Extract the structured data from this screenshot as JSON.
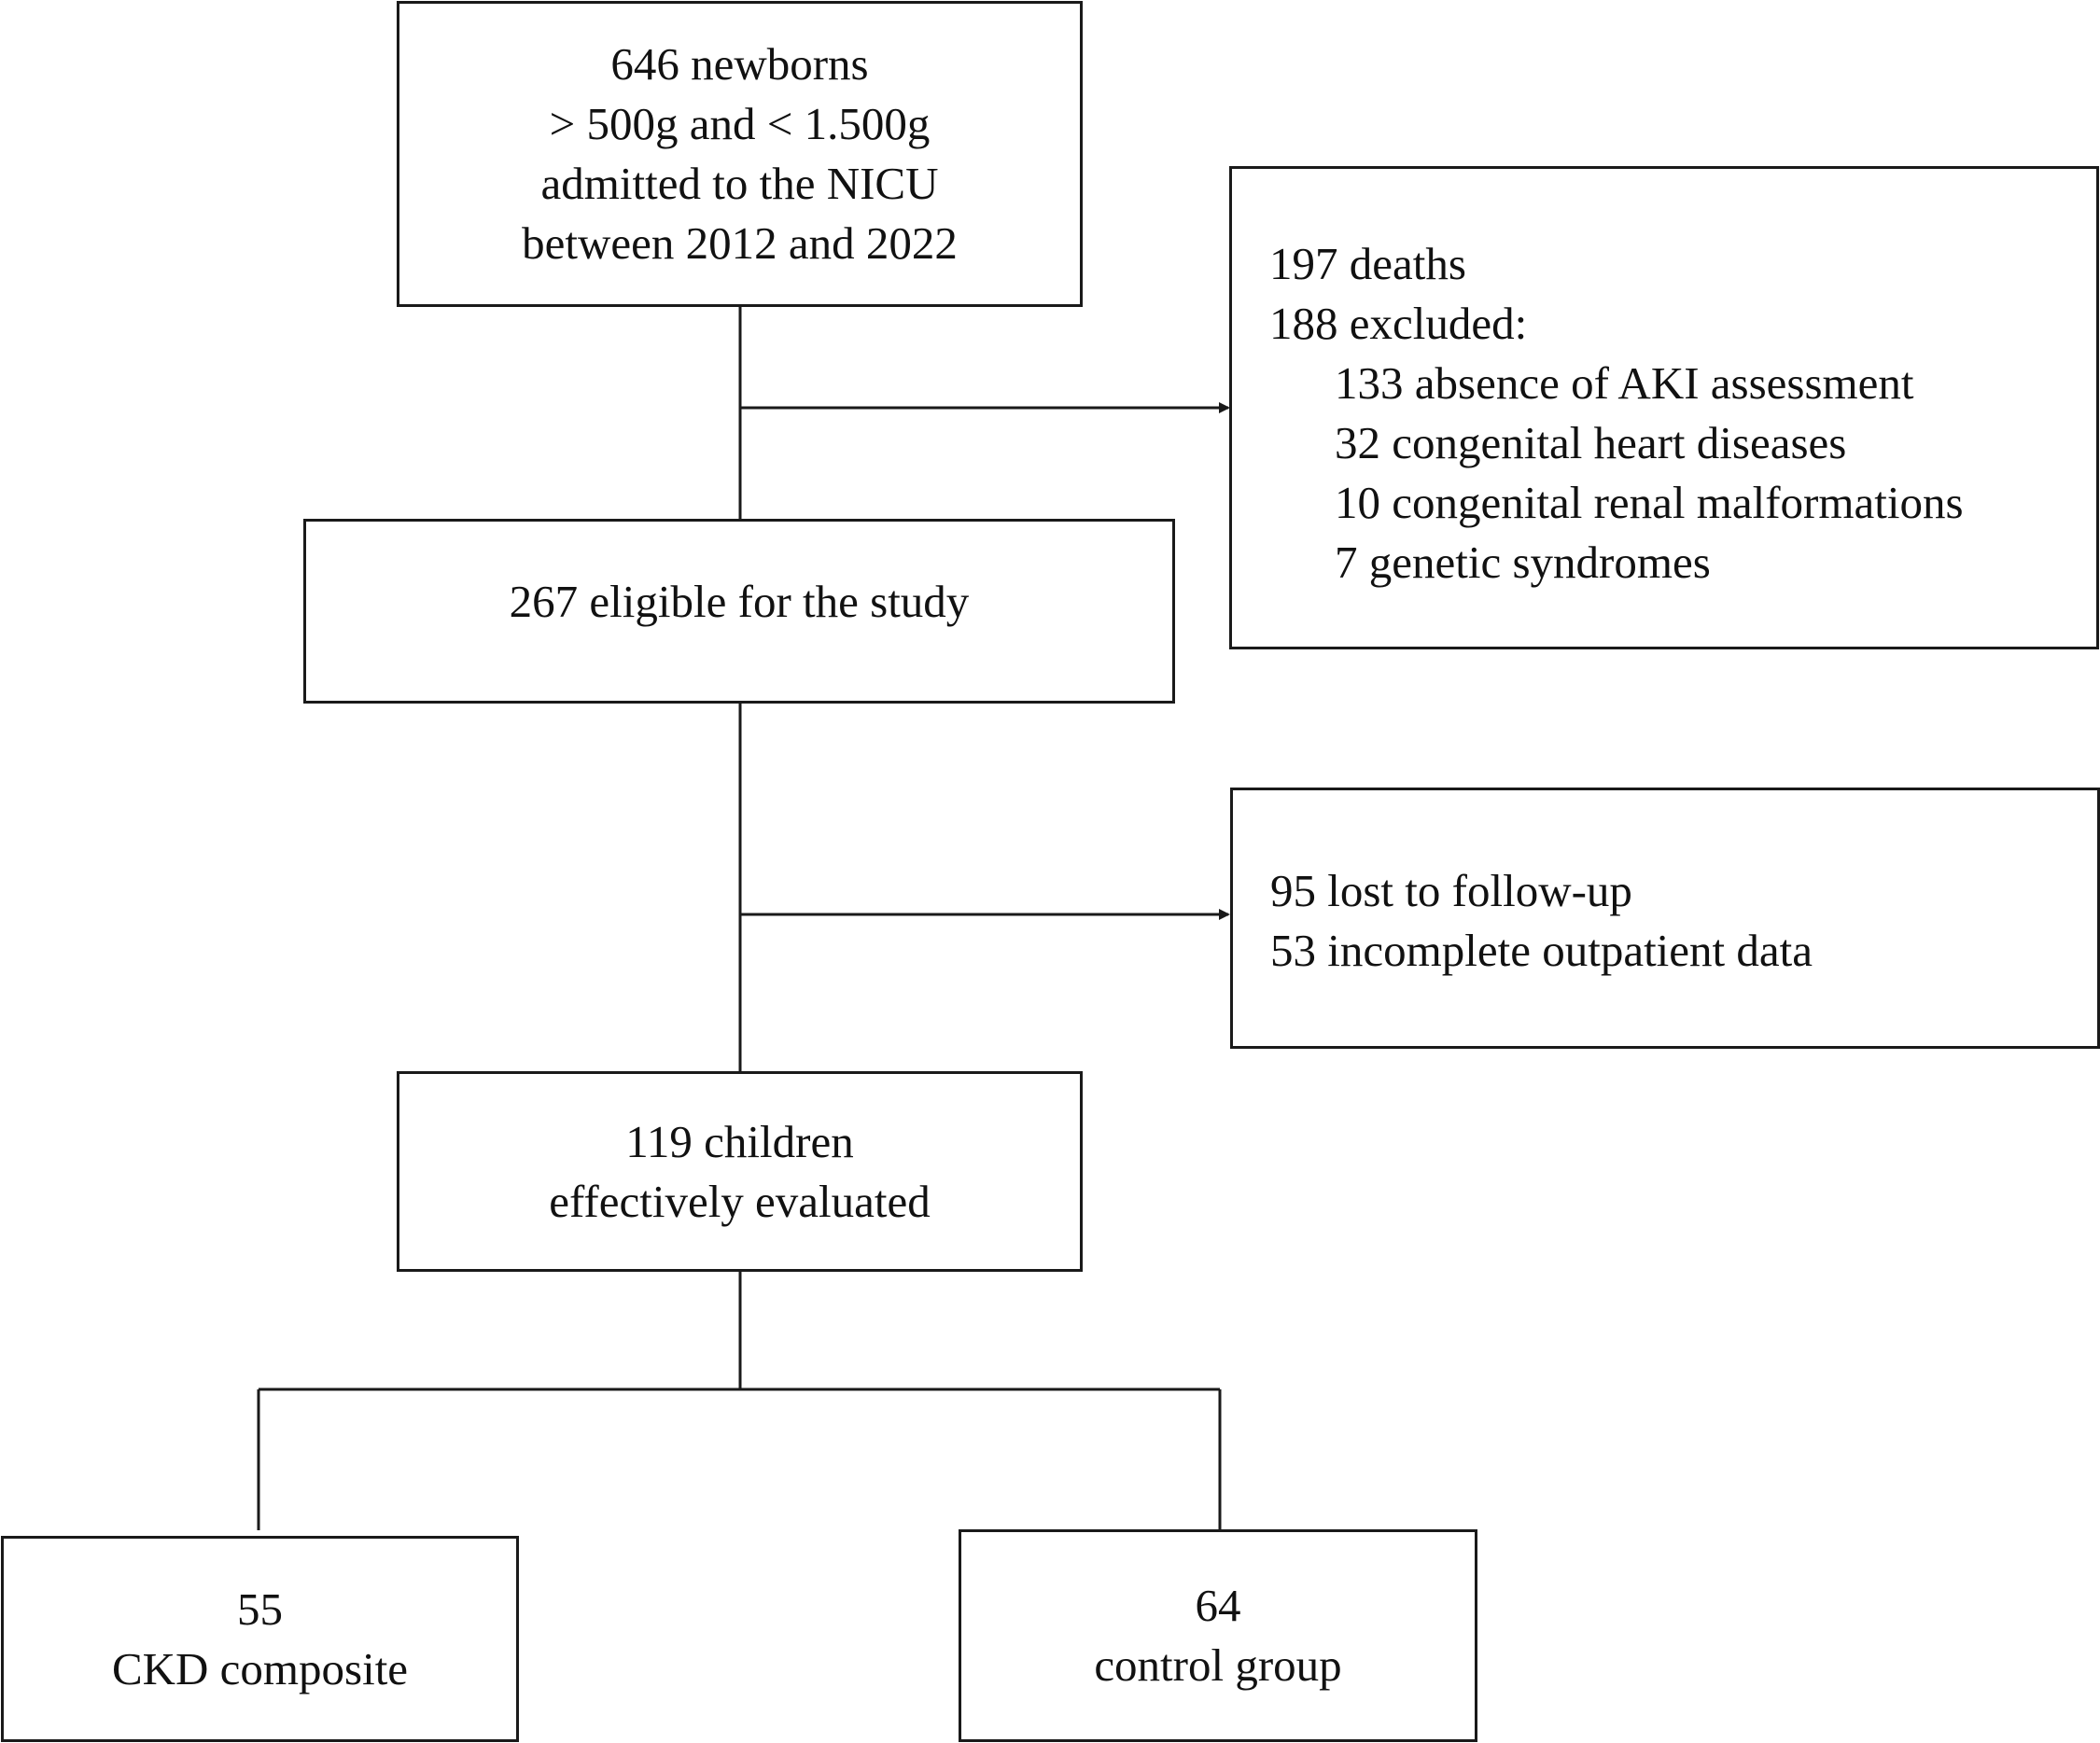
{
  "flowchart": {
    "top_box": {
      "lines": [
        "646 newborns",
        "> 500g and < 1.500g",
        "admitted to the NICU",
        "between 2012 and 2022"
      ]
    },
    "exclusion_box_1": {
      "lines": [
        "197 deaths",
        "188 excluded:"
      ],
      "sub_items": [
        "133 absence of AKI assessment",
        "32 congenital heart diseases",
        "10 congenital renal malformations",
        "7 genetic syndromes"
      ]
    },
    "eligible_box": {
      "label": "267 eligible for the study"
    },
    "exclusion_box_2": {
      "lines": [
        "95 lost to follow-up",
        "53 incomplete outpatient data"
      ]
    },
    "evaluated_box": {
      "lines": [
        "119 children",
        "effectively evaluated"
      ]
    },
    "ckd_box": {
      "lines": [
        "55",
        "CKD composite"
      ]
    },
    "control_box": {
      "lines": [
        "64",
        "control group"
      ]
    }
  }
}
